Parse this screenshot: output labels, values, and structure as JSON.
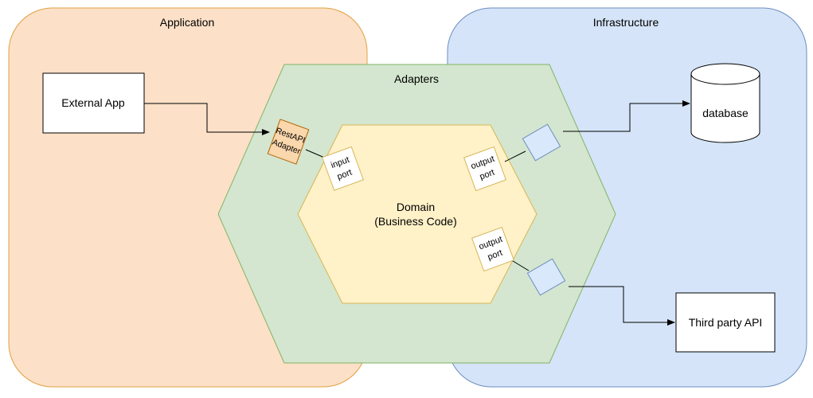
{
  "regions": {
    "application": {
      "label": "Application",
      "color": "#fde0c8",
      "stroke": "#e0a040"
    },
    "infrastructure": {
      "label": "Infrastructure",
      "color": "#d5e4f8",
      "stroke": "#6c8ebf"
    }
  },
  "adapters": {
    "label": "Adapters",
    "color": "#d4e6cf",
    "stroke": "#82b366"
  },
  "domain": {
    "line1": "Domain",
    "line2": "(Business Code)",
    "color": "#fff1c8",
    "stroke": "#d6b656"
  },
  "external_app": {
    "label": "External App"
  },
  "rest_adapter": {
    "line1": "RestAPI",
    "line2": "Adapter",
    "color": "#fad7ac",
    "stroke": "#b46504"
  },
  "input_port": {
    "line1": "input",
    "line2": "port"
  },
  "output_port_top": {
    "line1": "output",
    "line2": "port"
  },
  "output_port_bottom": {
    "line1": "output",
    "line2": "port"
  },
  "database": {
    "label": "database"
  },
  "third_party": {
    "label": "Third party API"
  },
  "connector_color": "#dae8fc"
}
